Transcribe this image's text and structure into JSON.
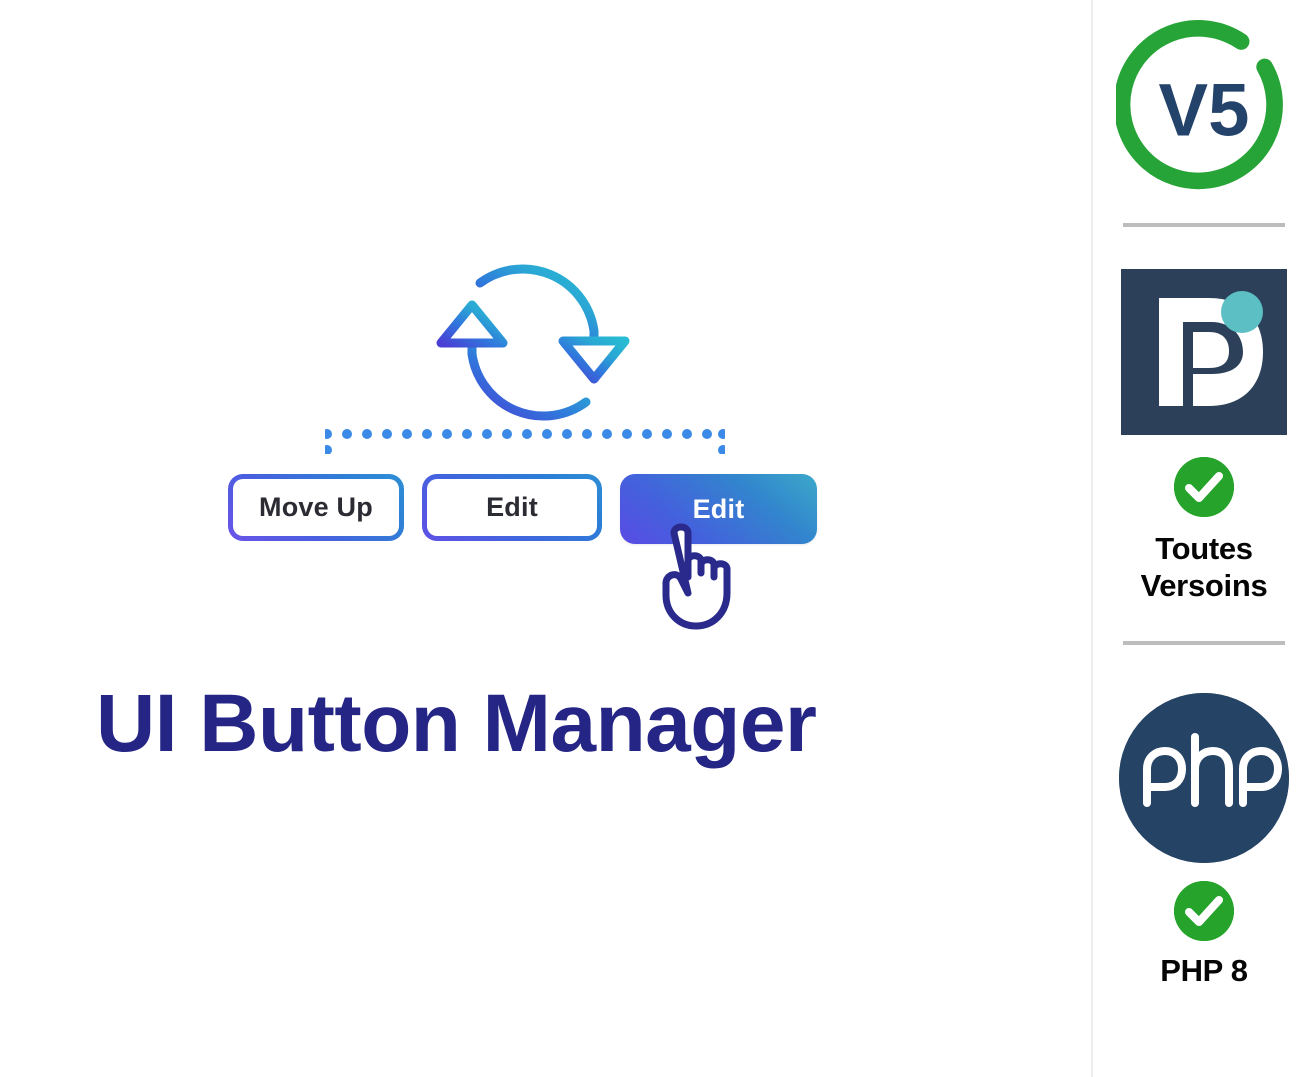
{
  "page": {
    "background_color": "#ffffff",
    "title_color": "#252586"
  },
  "hero": {
    "icon_name": "sync-refresh-icon",
    "icon_gradient_from": "#2bb8c8",
    "icon_gradient_to": "#4a3fd0",
    "dotted_line_color": "#3b8ae8",
    "title": "UI Button Manager"
  },
  "buttons": [
    {
      "label": "Move Up",
      "name": "move-up-button",
      "style": "outline",
      "text_color": "#2b2b33",
      "border_gradient_from": "#6a54e8",
      "border_gradient_to": "#2e8fd6"
    },
    {
      "label": "Edit",
      "name": "edit-button-outline",
      "style": "outline",
      "text_color": "#2b2b33",
      "border_gradient_from": "#6050e6",
      "border_gradient_to": "#2f8ed4"
    },
    {
      "label": "Edit",
      "name": "edit-button-filled",
      "style": "filled",
      "text_color": "#ffffff",
      "fill_gradient_from": "#5a4ce4",
      "fill_gradient_to": "#3ca9c9"
    }
  ],
  "cursor": {
    "name": "pointer-hand-cursor-icon",
    "outline_color": "#2a2a8c",
    "fill_color": "#ffffff"
  },
  "sidebar": {
    "badges": [
      {
        "id": "version-badge",
        "icon_name": "v5-circle-icon",
        "text": "V5",
        "text_color": "#23436b",
        "ring_color": "#27a437",
        "caption": ""
      },
      {
        "id": "dolibarr-badge",
        "icon_name": "dolibarr-d-logo-icon",
        "logo_background": "#2c4159",
        "logo_letter": "D",
        "logo_letter_color": "#ffffff",
        "accent_dot_color": "#5bbfc4",
        "check_name": "green-check-icon",
        "check_color": "#26a32b",
        "caption_line1": "Toutes",
        "caption_line2": "Versoins"
      },
      {
        "id": "php-badge",
        "icon_name": "php-logo-icon",
        "logo_background": "#254364",
        "logo_text": "php",
        "logo_text_color": "#ffffff",
        "check_name": "green-check-icon",
        "check_color": "#26a32b",
        "caption": "PHP 8"
      }
    ],
    "divider_color": "#bdbdbd"
  }
}
